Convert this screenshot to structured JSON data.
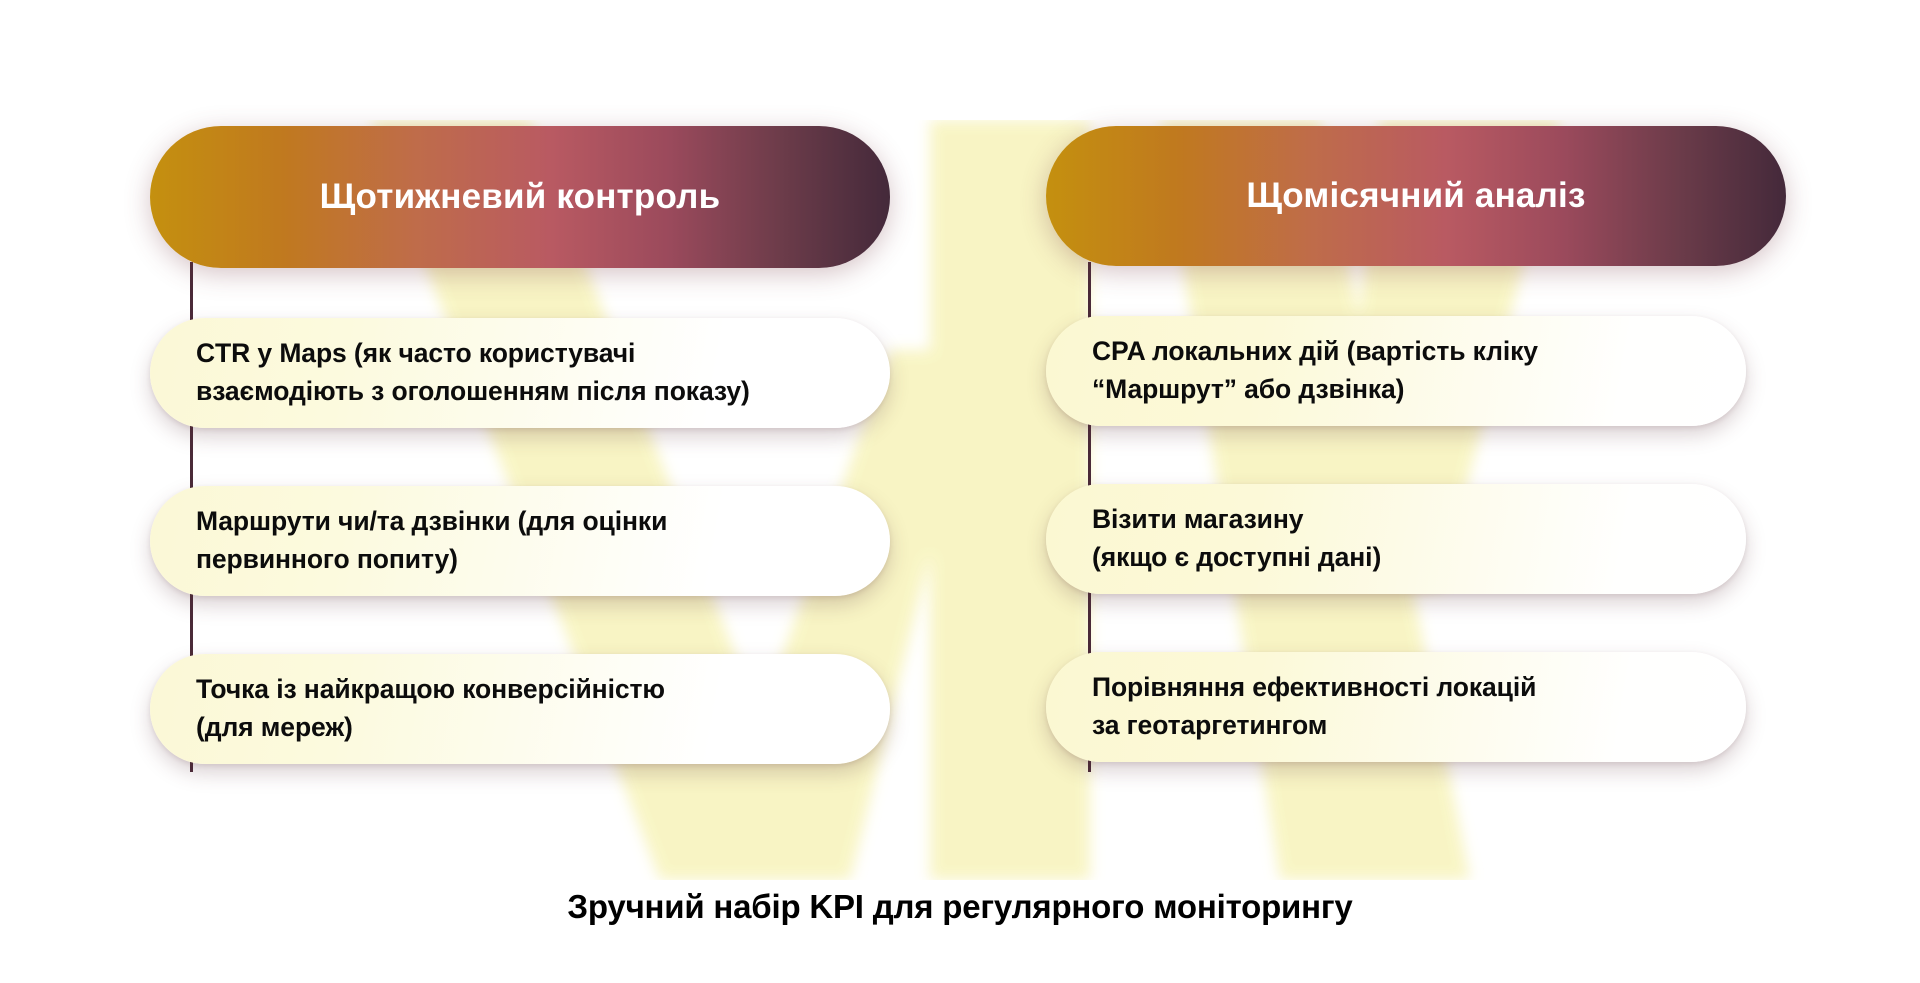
{
  "columns": [
    {
      "id": "weekly",
      "title": "Щотижневий контроль",
      "cards": [
        {
          "text": "CTR у Maps (як часто користувачі\nвзаємодіють з оголошенням після показу)"
        },
        {
          "text": "Маршрути чи/та дзвінки (для оцінки\nпервинного попиту)"
        },
        {
          "text": "Точка із найкращою конверсійністю\n(для мереж)"
        }
      ]
    },
    {
      "id": "monthly",
      "title": "Щомісячний аналіз",
      "cards": [
        {
          "text": "CPA локальних дій (вартість кліку\n“Маршрут” або дзвінка)"
        },
        {
          "text": "Візити магазину\n(якщо є доступні дані)"
        },
        {
          "text": "Порівняння ефективності локацій\nза геотаргетингом"
        }
      ]
    }
  ],
  "footer": {
    "caption": "Зручний набір KPI для регулярного моніторингу"
  },
  "colors": {
    "pill_gradient_start": "#c4900f",
    "pill_gradient_mid": "#b95a62",
    "pill_gradient_end": "#44293a",
    "spine_line": "#4a2a38",
    "card_tint": "#fbf8d6",
    "card_base": "#ffffff",
    "watermark": "#f7f3bf",
    "text_dark": "#0c0c0c",
    "text_light": "#ffffff",
    "page_background": "#ffffff"
  }
}
